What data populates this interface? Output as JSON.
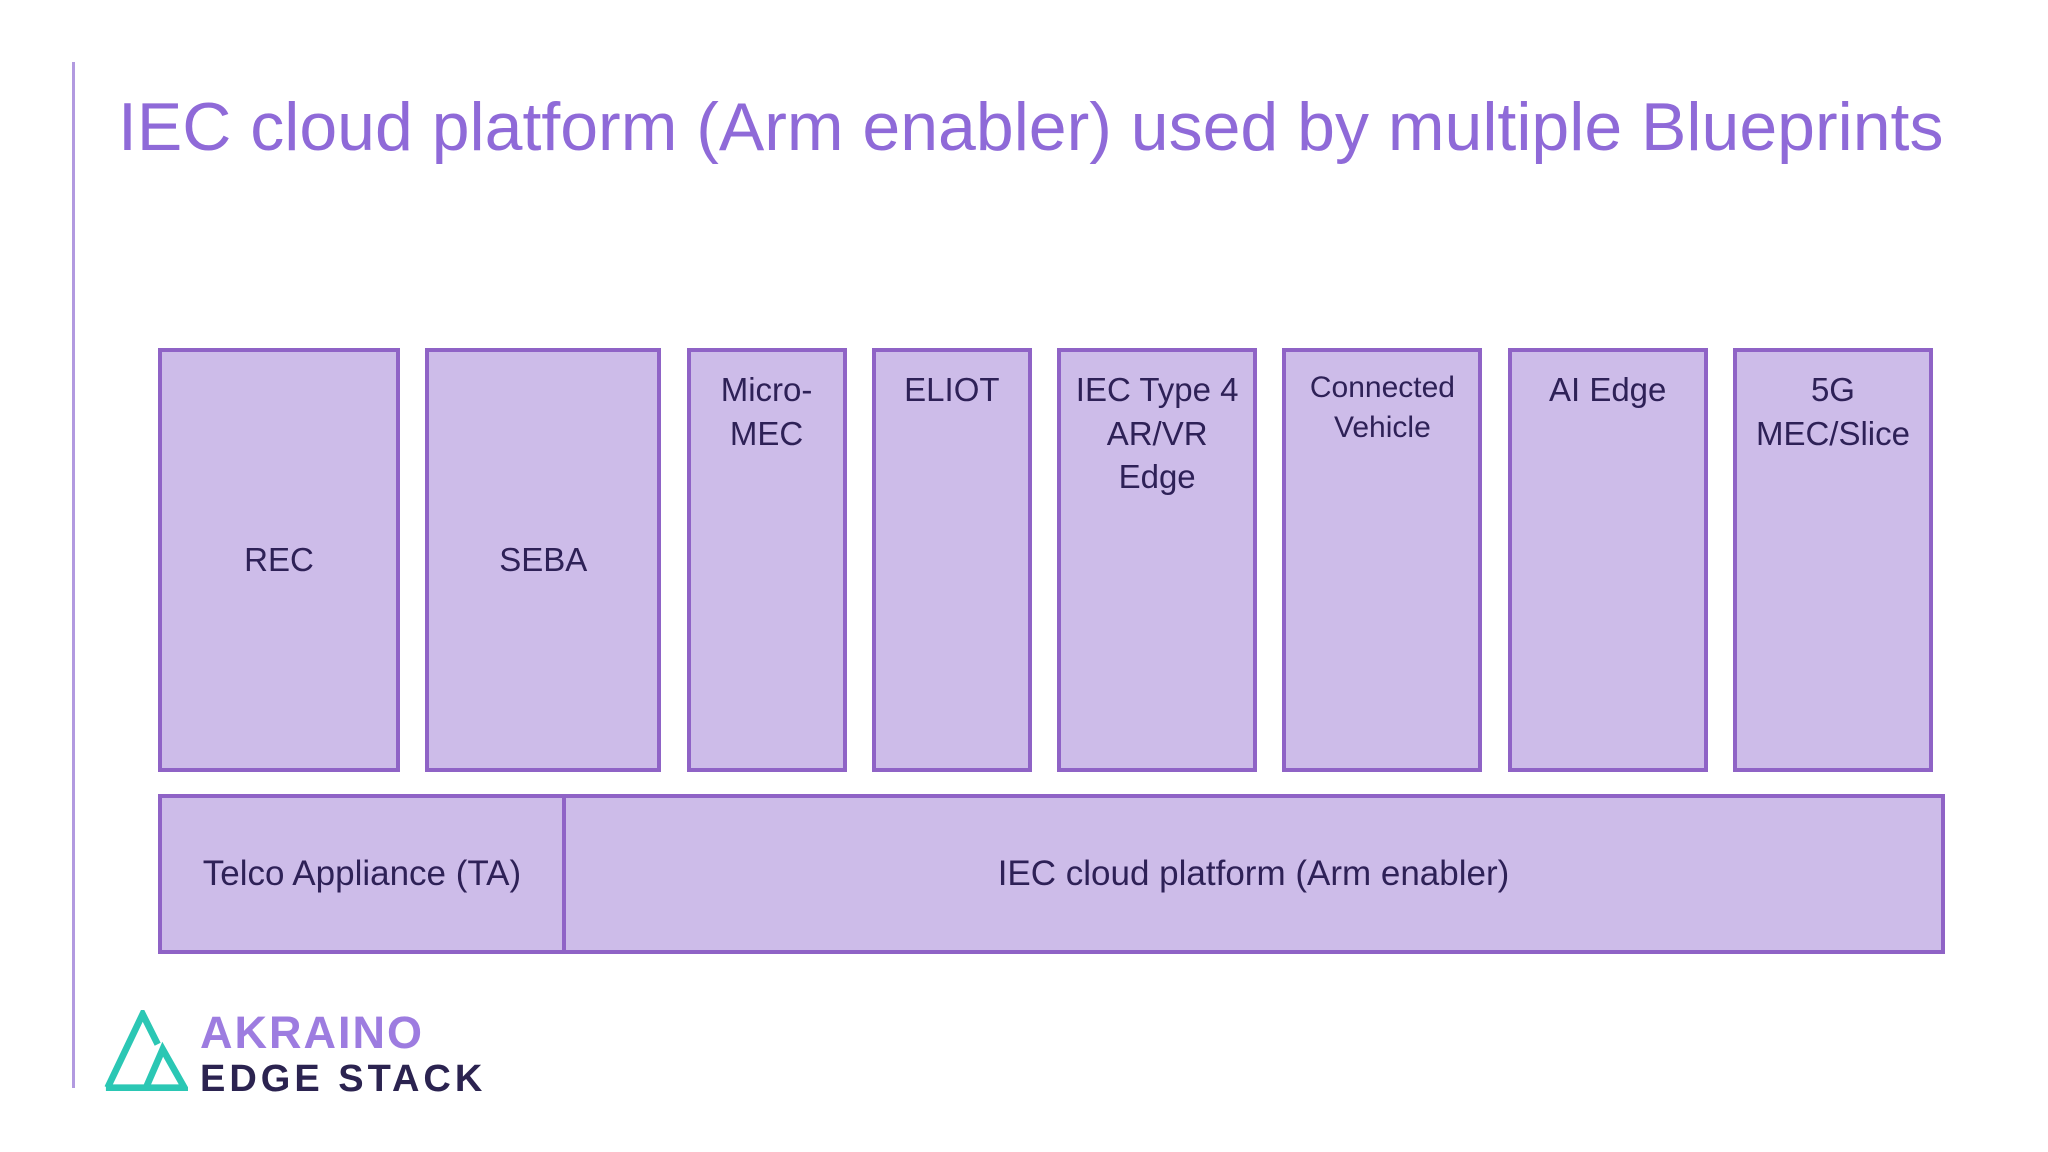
{
  "slide": {
    "title": "IEC cloud platform (Arm enabler) used by multiple Blueprints"
  },
  "diagram": {
    "blueprints": [
      {
        "label": "REC"
      },
      {
        "label": "SEBA"
      },
      {
        "label": "Micro-\nMEC"
      },
      {
        "label": "ELIOT"
      },
      {
        "label": "IEC Type 4\nAR/VR\nEdge"
      },
      {
        "label": "Connected\nVehicle"
      },
      {
        "label": "AI Edge"
      },
      {
        "label": "5G\nMEC/Slice"
      }
    ],
    "platform_row": {
      "telco_label": "Telco Appliance (TA)",
      "iec_label": "IEC cloud platform (Arm enabler)"
    }
  },
  "logo": {
    "wordmark": "AKRAINO",
    "subtext": "EDGE STACK"
  },
  "theme": {
    "background": "#ffffff",
    "title_color": "#8f6ad8",
    "box_fill": "#cdbce9",
    "box_border": "#8f63c6",
    "box_text": "#2e2157",
    "accent_line": "#b29ae0",
    "logo_teal": "#2bc7b4",
    "logo_purple": "#9d7ce0",
    "logo_navy": "#2b2350"
  }
}
